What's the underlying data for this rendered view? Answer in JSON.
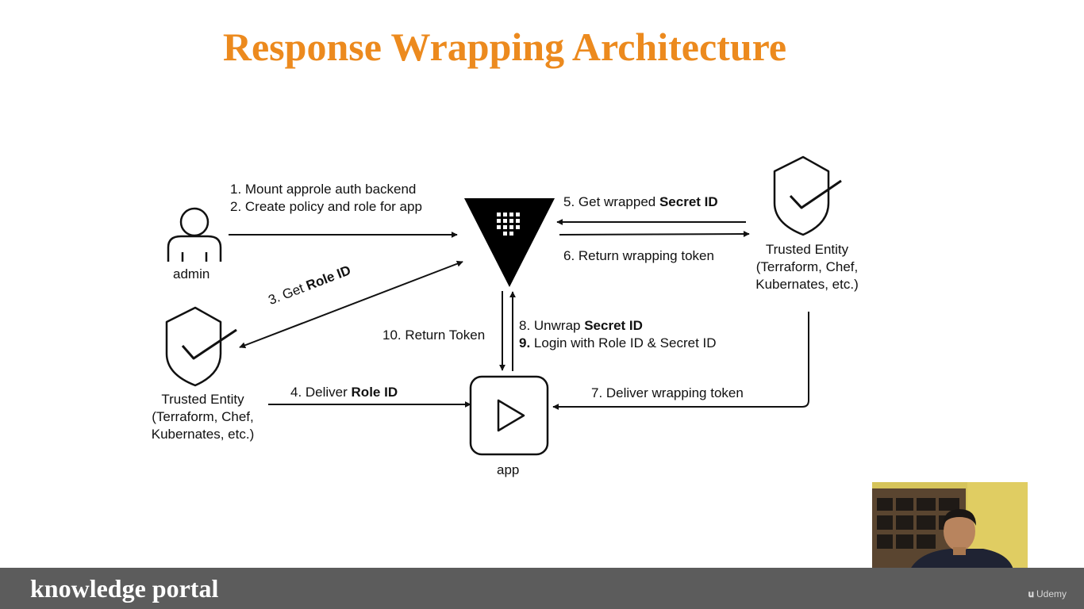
{
  "title": "Response Wrapping Architecture",
  "nodes": {
    "admin": "admin",
    "app": "app",
    "trusted_right": [
      "Trusted Entity",
      "(Terraform, Chef,",
      "Kubernates, etc.)"
    ],
    "trusted_left": [
      "Trusted Entity",
      "(Terraform, Chef,",
      "Kubernates, etc.)"
    ]
  },
  "steps": {
    "s1": "1. Mount approle auth backend",
    "s2": "2. Create policy and role for app",
    "s3_prefix": "3. Get ",
    "s3_bold": "Role ID",
    "s4_prefix": "4. Deliver ",
    "s4_bold": "Role ID",
    "s5_prefix": "5. Get wrapped ",
    "s5_bold": "Secret ID",
    "s6": "6. Return wrapping token",
    "s7": "7. Deliver wrapping token",
    "s8_prefix": "8. Unwrap ",
    "s8_bold": "Secret ID",
    "s9_bold": "9.",
    "s9_text": " Login with Role ID & Secret ID",
    "s10": "10. Return Token"
  },
  "footer": {
    "brand": "knowledge portal",
    "platform": "Udemy"
  },
  "colors": {
    "title": "#ec8a1e",
    "footer_bg": "#5c5c5c",
    "vault": "#000000"
  }
}
